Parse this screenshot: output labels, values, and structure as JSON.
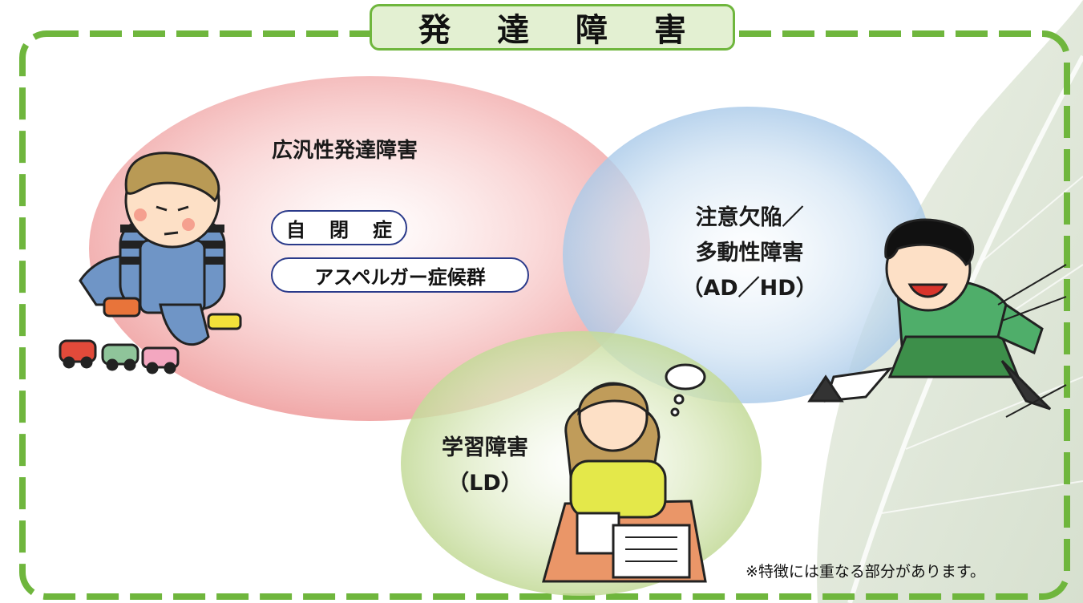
{
  "title": "発 達 障 害",
  "categories": {
    "pdd": {
      "label": "広汎性発達障害",
      "subtypes": [
        "自 閉 症",
        "アスペルガー症候群"
      ]
    },
    "adhd": {
      "line1": "注意欠陥／",
      "line2": "多動性障害",
      "line3": "（AD／HD）"
    },
    "ld": {
      "line1": "学習障害",
      "line2": "（LD）"
    }
  },
  "footnote": "※特徴には重なる部分があります。",
  "colors": {
    "frame": "#6fb63d",
    "title_fill": "#e3f0d2",
    "pdd_circle": "#f2a6a6",
    "adhd_circle": "#a8cbe8",
    "ld_circle": "#c5dc9a",
    "pill_border": "#2a3a8a"
  }
}
